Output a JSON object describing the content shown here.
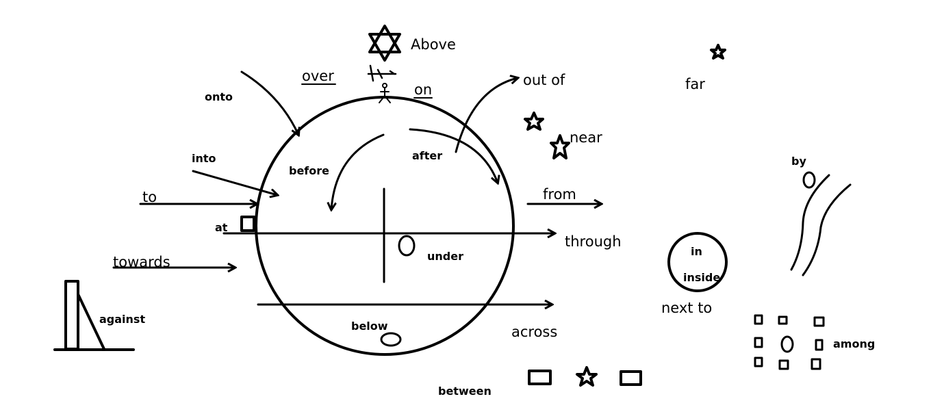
{
  "diagram": {
    "labels": {
      "above": "Above",
      "over": "over",
      "on": "on",
      "onto": "onto",
      "out_of": "out of",
      "far": "far",
      "near": "near",
      "into": "into",
      "before": "before",
      "after": "after",
      "to": "to",
      "from": "from",
      "at": "at",
      "through": "through",
      "under": "under",
      "towards": "towards",
      "by": "by",
      "in": "in",
      "inside": "inside",
      "next_to": "next to",
      "against": "against",
      "below": "below",
      "across": "across",
      "among": "among",
      "between": "between"
    }
  }
}
